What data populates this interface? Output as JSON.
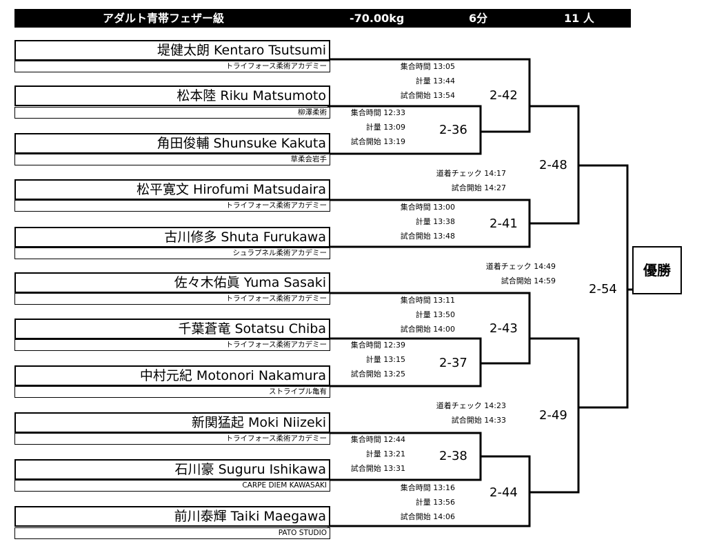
{
  "header": {
    "division": "アダルト青帯フェザー級",
    "weight": "-70.00kg",
    "time": "6分",
    "count": "11 人"
  },
  "players": [
    {
      "name": "堤健太朗 Kentaro Tsutsumi",
      "team": "トライフォース柔術アカデミー"
    },
    {
      "name": "松本陸 Riku Matsumoto",
      "team": "柳澤柔術"
    },
    {
      "name": "角田俊輔 Shunsuke Kakuta",
      "team": "草柔会岩手"
    },
    {
      "name": "松平寛文 Hirofumi Matsudaira",
      "team": "トライフォース柔術アカデミー"
    },
    {
      "name": "古川修多 Shuta Furukawa",
      "team": "シュラプネル柔術アカデミー"
    },
    {
      "name": "佐々木佑眞 Yuma Sasaki",
      "team": "トライフォース柔術アカデミー"
    },
    {
      "name": "千葉蒼竜 Sotatsu Chiba",
      "team": "トライフォース柔術アカデミー"
    },
    {
      "name": "中村元紀 Motonori Nakamura",
      "team": "ストライプル亀有"
    },
    {
      "name": "新関猛起 Moki Niizeki",
      "team": "トライフォース柔術アカデミー"
    },
    {
      "name": "石川豪 Suguru Ishikawa",
      "team": "CARPE DIEM KAWASAKI"
    },
    {
      "name": "前川泰輝 Taiki Maegawa",
      "team": "PATO STUDIO"
    }
  ],
  "schedules": [
    {
      "lines": [
        "集合時間 13:05",
        "計量 13:44",
        "試合開始 13:54"
      ]
    },
    {
      "lines": [
        "集合時間 12:33",
        "計量 13:09",
        "試合開始 13:19"
      ]
    },
    {
      "lines": [
        "集合時間 13:00",
        "計量 13:38",
        "試合開始 13:48"
      ]
    },
    {
      "lines": [
        "集合時間 13:11",
        "計量 13:50",
        "試合開始 14:00"
      ]
    },
    {
      "lines": [
        "集合時間 12:39",
        "計量 13:15",
        "試合開始 13:25"
      ]
    },
    {
      "lines": [
        "集合時間 12:44",
        "計量 13:21",
        "試合開始 13:31"
      ]
    },
    {
      "lines": [
        "集合時間 13:16",
        "計量 13:56",
        "試合開始 14:06"
      ]
    },
    {
      "lines": [
        "道着チェック 14:17",
        "試合開始 14:27"
      ]
    },
    {
      "lines": [
        "道着チェック 14:49",
        "試合開始 14:59"
      ]
    },
    {
      "lines": [
        "道着チェック 14:23",
        "試合開始 14:33"
      ]
    }
  ],
  "matches": {
    "m1": "2-42",
    "m2": "2-36",
    "m3": "2-48",
    "m4": "2-41",
    "m5": "2-54",
    "m6": "2-43",
    "m7": "2-37",
    "m8": "2-49",
    "m9": "2-38",
    "m10": "2-44"
  },
  "champion": "優勝"
}
